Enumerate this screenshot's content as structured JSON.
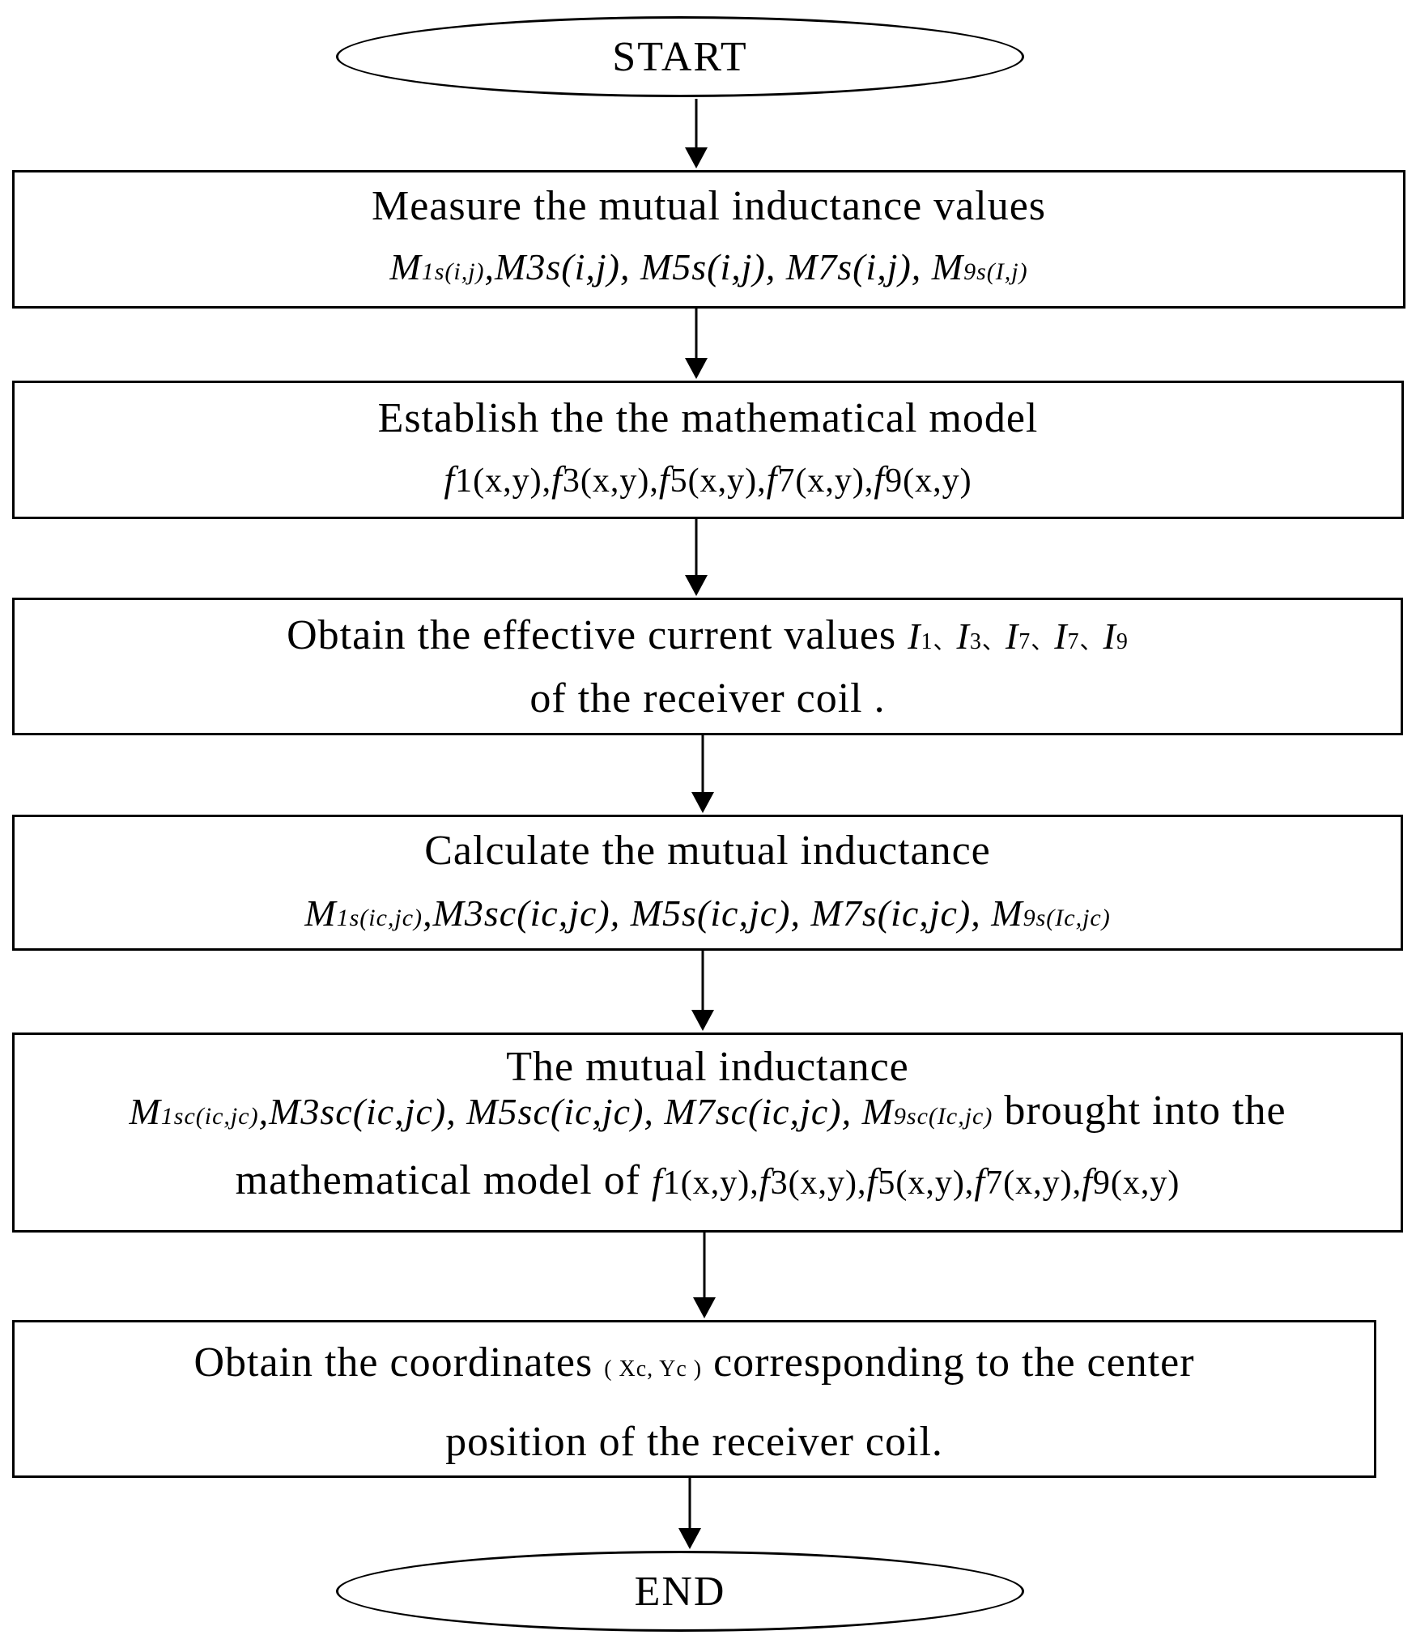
{
  "nodes": {
    "start": "START",
    "step1": {
      "line1": "Measure the mutual inductance values",
      "m1": "M",
      "m1s": "1s(i,j)",
      "c1": ",",
      "m3": "M3s(i,j)",
      "c2": ", ",
      "m5": "M5s(i,j)",
      "c3": ", ",
      "m7": "M7s(i,j)",
      "c4": ", ",
      "m9": "M",
      "m9s": "9s(I,j)"
    },
    "step2": {
      "line1": "Establish the the mathematical model",
      "f1": "f",
      "f1n": "1",
      "f1a": "(x,y),",
      "f3": "f",
      "f3n": "3",
      "f3a": "(x,y),",
      "f5": "f",
      "f5n": "5",
      "f5a": "(x,y),",
      "f7": "f",
      "f7n": "7",
      "f7a": "(x,y),",
      "f9": "f",
      "f9n": "9",
      "f9a": "(x,y)"
    },
    "step3": {
      "line1_text": "Obtain the effective current values ",
      "i1": "I",
      "i1n": "1",
      "sep1": "、",
      "i3": "I",
      "i3n": "3",
      "sep2": "、",
      "i7a": "I",
      "i7an": "7",
      "sep3": "、",
      "i7b": "I",
      "i7bn": "7",
      "sep4": "、",
      "i9": "I",
      "i9n": "9",
      "line2": "of the receiver coil ."
    },
    "step4": {
      "line1": "Calculate the mutual inductance",
      "m1": "M",
      "m1s": "1s(ic,jc)",
      "c1": ",",
      "m3": "M3sc(ic,jc)",
      "c2": ", ",
      "m5": "M5s(ic,jc)",
      "c3": ", ",
      "m7": "M7s(ic,jc)",
      "c4": ", ",
      "m9": "M",
      "m9s": "9s(Ic,jc)"
    },
    "step5": {
      "line1": "The mutual inductance",
      "m1": "M",
      "m1s": "1sc(ic,jc)",
      "c1": ",",
      "m3": "M3sc(ic,jc)",
      "c2": ", ",
      "m5": "M5sc(ic,jc)",
      "c3": ", ",
      "m7": "M7sc(ic,jc)",
      "c4": ", ",
      "m9": "M",
      "m9s": "9sc(Ic,jc)",
      "line2_tail": " brought into the",
      "line3_text": "mathematical model of  ",
      "f1": "f",
      "f1n": "1",
      "f1a": "(x,y),",
      "f3": "f",
      "f3n": "3",
      "f3a": "(x,y),",
      "f5": "f",
      "f5n": "5",
      "f5a": "(x,y),",
      "f7": "f",
      "f7n": "7",
      "f7a": "(x,y),",
      "f9": "f",
      "f9n": "9",
      "f9a": "(x,y)"
    },
    "step6": {
      "line1_a": "Obtain the coordinates ",
      "coord": "( Xc, Yc )",
      "line1_b": " corresponding to the center",
      "line2": "position of the receiver coil."
    },
    "end": "END"
  }
}
